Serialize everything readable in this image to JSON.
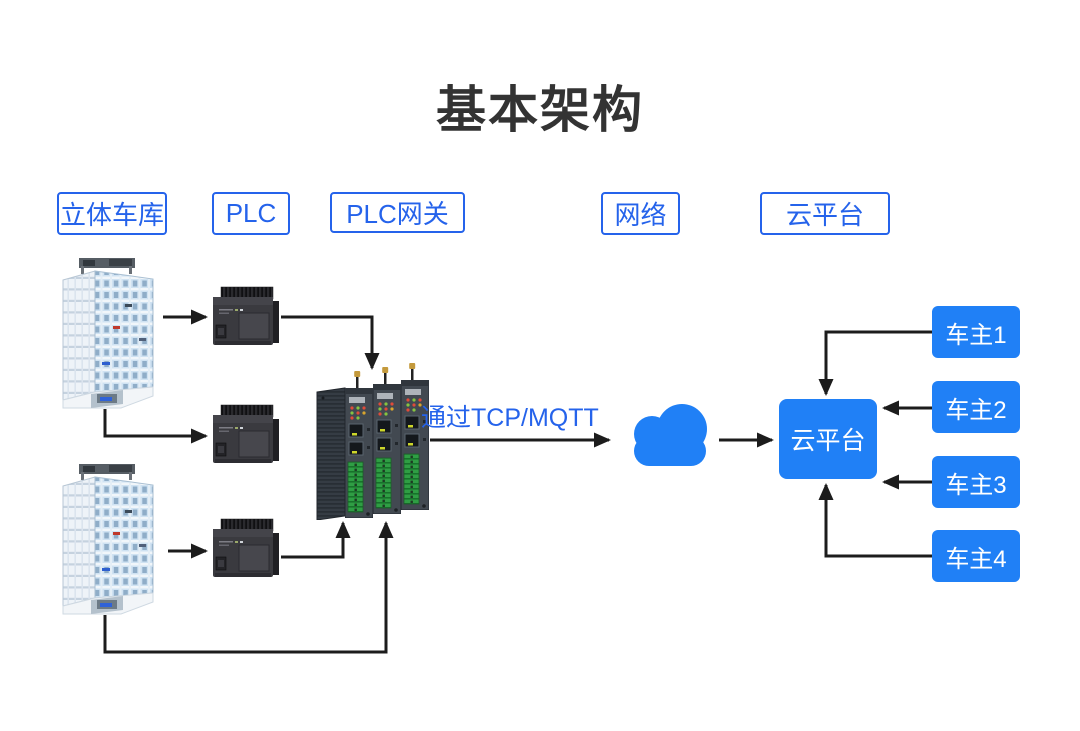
{
  "title": "基本架构",
  "colors": {
    "outline_blue": "#2563EB",
    "fill_blue": "#2080F6",
    "arrow_black": "#1C1C1C",
    "title_gray": "#333333"
  },
  "stage_labels": [
    {
      "label": "立体车库"
    },
    {
      "label": "PLC"
    },
    {
      "label": "PLC网关"
    },
    {
      "label": "网络"
    },
    {
      "label": "云平台"
    }
  ],
  "flow": {
    "protocol_label": "通过TCP/MQTT"
  },
  "nodes": {
    "cloud_platform": "云平台",
    "garage_icon": "stereo-garage-building",
    "plc_icon": "plc-controller",
    "gateway_icon": "plc-gateway-modules",
    "network_icon": "cloud"
  },
  "owners": [
    {
      "label": "车主1"
    },
    {
      "label": "车主2"
    },
    {
      "label": "车主3"
    },
    {
      "label": "车主4"
    }
  ]
}
